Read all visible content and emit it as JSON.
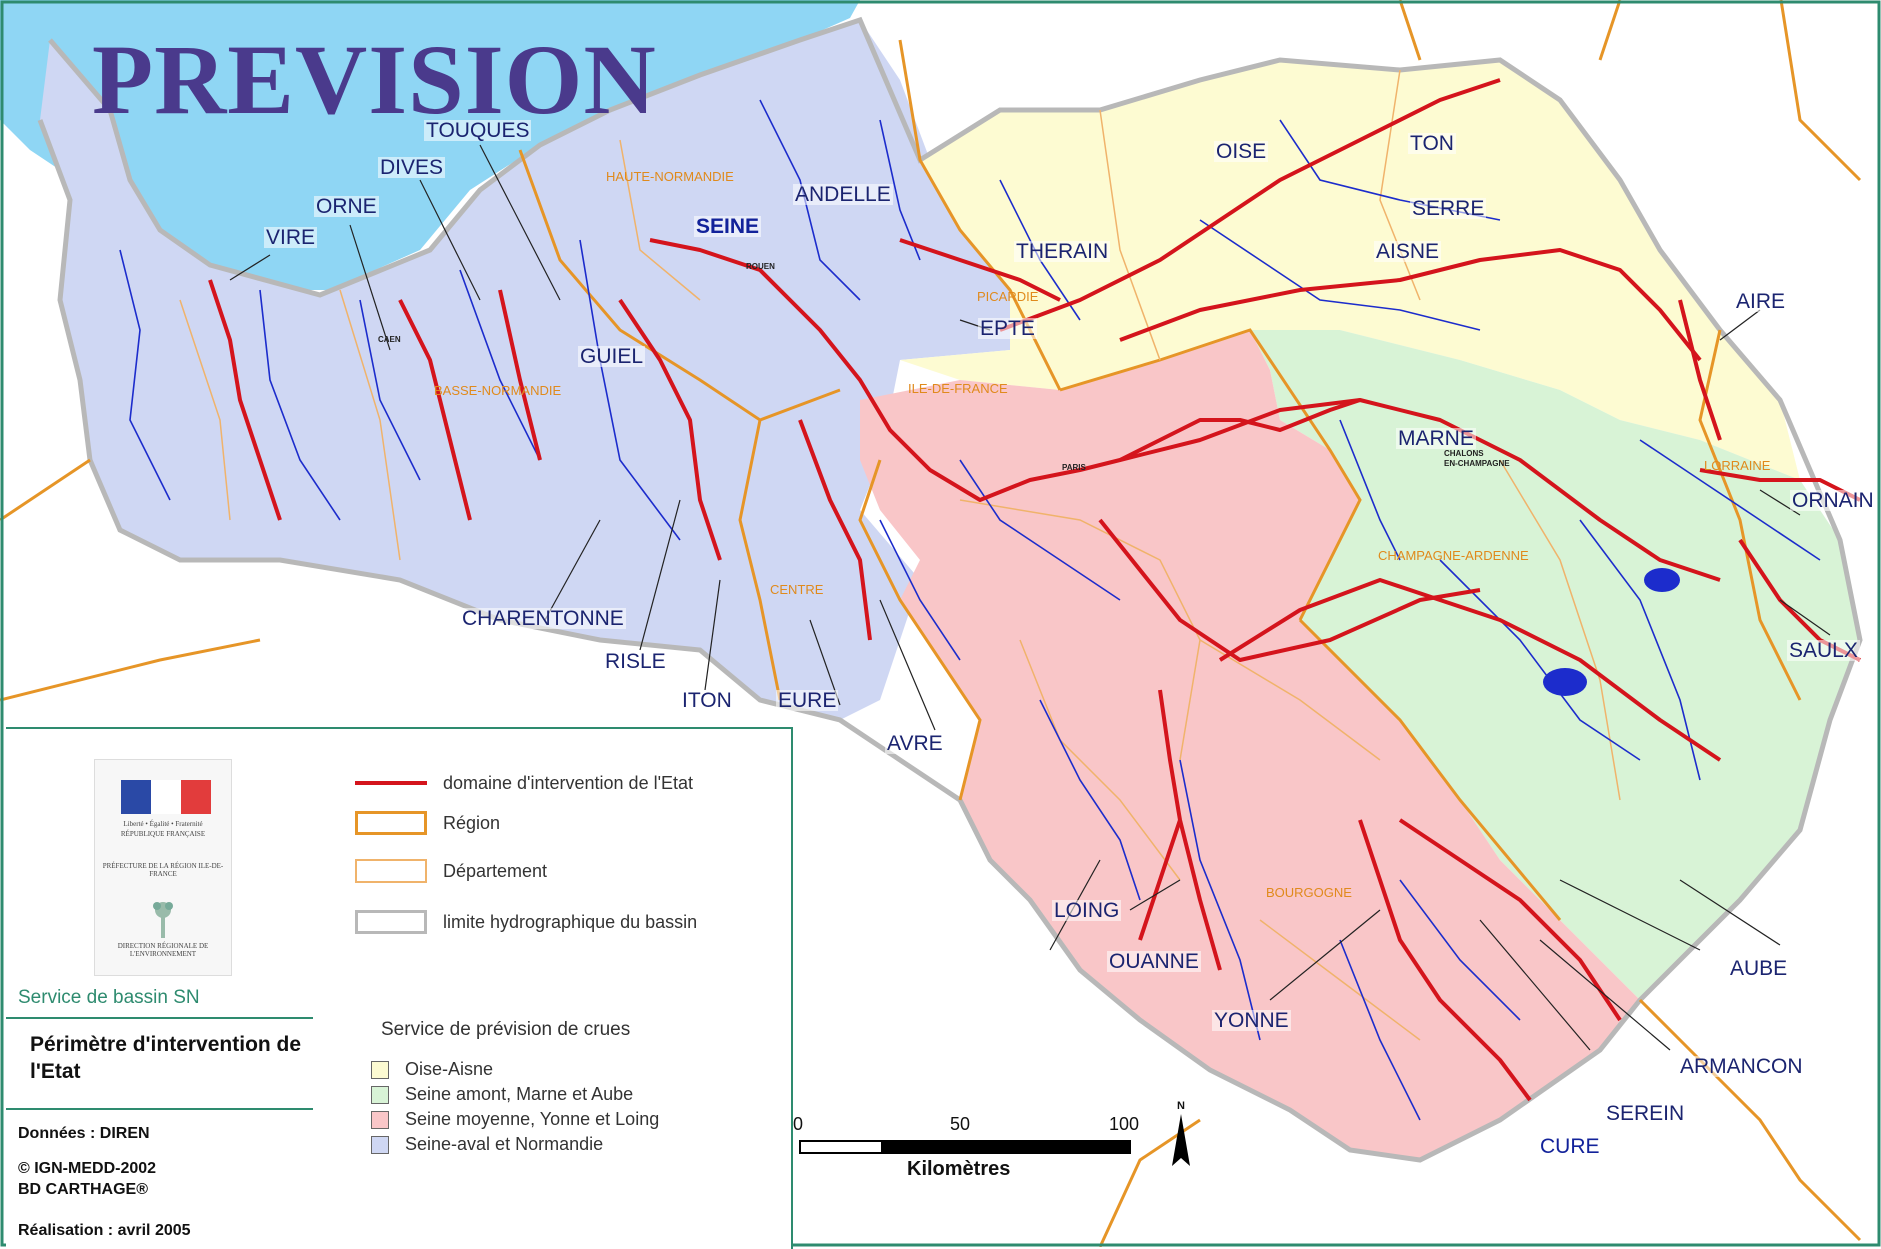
{
  "title": "PREVISION",
  "rivers": {
    "touques": "TOUQUES",
    "dives": "DIVES",
    "orne": "ORNE",
    "vire": "VIRE",
    "seine": "SEINE",
    "andelle": "ANDELLE",
    "oise": "OISE",
    "ton": "TON",
    "serre": "SERRE",
    "therain": "THERAIN",
    "aisne": "AISNE",
    "aire": "AIRE",
    "epte": "EPTE",
    "guiel": "GUIEL",
    "marne": "MARNE",
    "ornain": "ORNAIN",
    "charentonne": "CHARENTONNE",
    "risle": "RISLE",
    "iton": "ITON",
    "eure": "EURE",
    "avre": "AVRE",
    "saulx": "SAULX",
    "loing": "LOING",
    "ouanne": "OUANNE",
    "yonne": "YONNE",
    "aube": "AUBE",
    "armancon": "ARMANCON",
    "serein": "SEREIN",
    "cure": "CURE"
  },
  "regions": {
    "haute_normandie": "HAUTE-NORMANDIE",
    "basse_normandie": "BASSE-NORMANDIE",
    "picardie": "PICARDIE",
    "ile_de_france": "ILE-DE-FRANCE",
    "centre": "CENTRE",
    "champagne_ardenne": "CHAMPAGNE-ARDENNE",
    "lorraine": "LORRAINE",
    "bourgogne": "BOURGOGNE"
  },
  "cities": {
    "rouen": "ROUEN",
    "caen": "CAEN",
    "paris": "PARIS",
    "chalons": "CHALONS",
    "chalons2": "EN-CHAMPAGNE"
  },
  "info_panel": {
    "logo_line1": "Liberté • Égalité • Fraternité",
    "logo_line2": "RÉPUBLIQUE FRANÇAISE",
    "logo_line3": "PRÉFECTURE DE LA RÉGION ILE-DE-FRANCE",
    "logo_line4": "DIRECTION RÉGIONALE DE L'ENVIRONNEMENT",
    "service": "Service de bassin SN",
    "perimetre": "Périmètre d'intervention de l'Etat",
    "donnees": "Données : DIREN",
    "copyright1": "© IGN-MEDD-2002",
    "copyright2": "BD CARTHAGE®",
    "realisation": "Réalisation : avril 2005"
  },
  "legend": {
    "etat": "domaine d'intervention de l'Etat",
    "region": "Région",
    "departement": "Département",
    "limite": "limite hydrographique du bassin",
    "service_title": "Service de prévision de crues",
    "services": [
      {
        "label": "Oise-Aisne",
        "color": "#fdfbd2"
      },
      {
        "label": "Seine amont, Marne et Aube",
        "color": "#d8f3d6"
      },
      {
        "label": "Seine moyenne, Yonne et Loing",
        "color": "#f9c6c8"
      },
      {
        "label": "Seine-aval et Normandie",
        "color": "#cfd7f3"
      }
    ]
  },
  "scale": {
    "n0": "0",
    "n50": "50",
    "n100": "100",
    "unit": "Kilomètres"
  },
  "north": "N",
  "colors": {
    "sea": "#8fd6f4",
    "etat": "#d4141c",
    "region": "#e69527",
    "river": "#1c2ccc"
  }
}
